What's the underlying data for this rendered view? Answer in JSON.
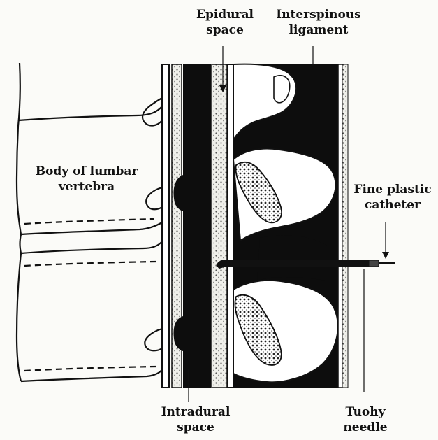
{
  "labels": {
    "epidural_space": [
      "Epidural",
      "space"
    ],
    "interspinous_ligament": [
      "Interspinous",
      "ligament"
    ],
    "vertebra_body": [
      "Body of lumbar",
      "vertebra"
    ],
    "fine_catheter": [
      "Fine plastic",
      "catheter"
    ],
    "intradural_space": [
      "Intradural",
      "space"
    ],
    "tuohy_needle": [
      "Tuohy",
      "needle"
    ]
  },
  "colors": {
    "ink": "#111111",
    "paper": "#fbfbf8",
    "stipple": "#b9b9b2"
  }
}
